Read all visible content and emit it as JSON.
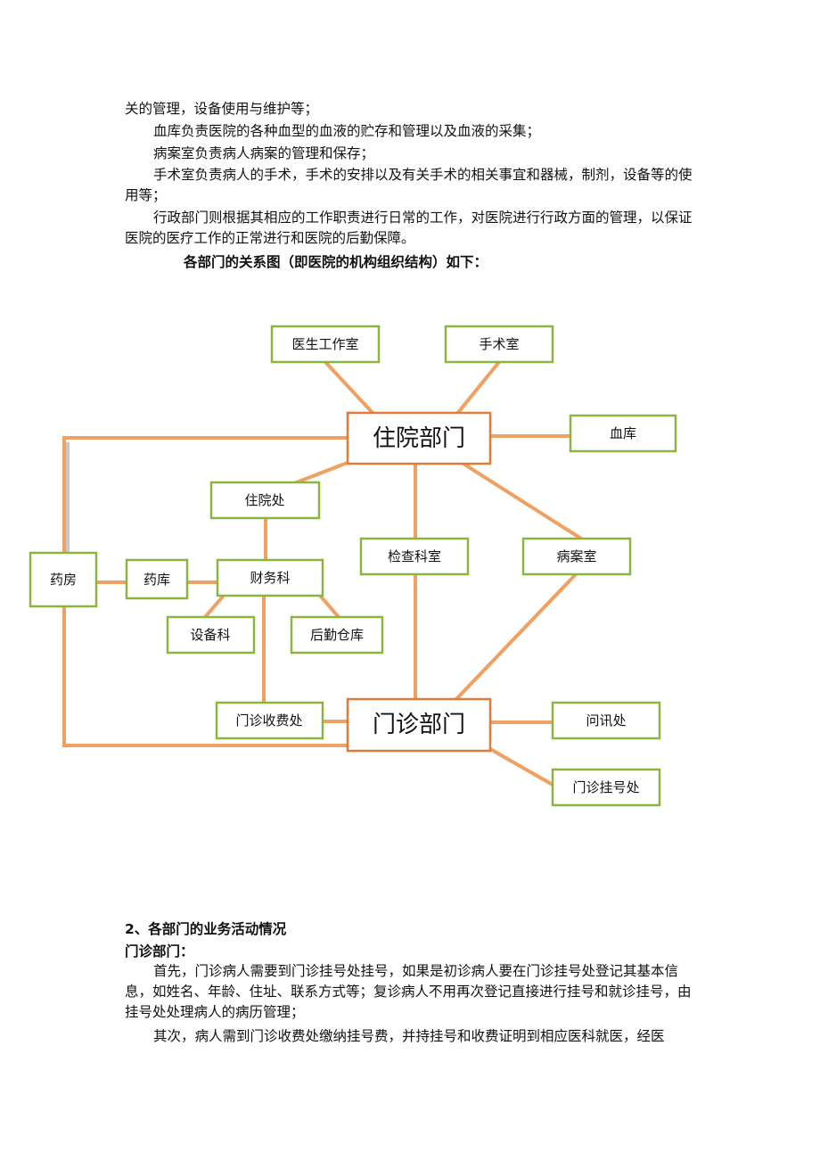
{
  "paragraphs_top": [
    "关的管理，设备使用与维护等；",
    "血库负责医院的各种血型的血液的贮存和管理以及血液的采集；",
    "病案室负责病人病案的管理和保存；",
    "手术室负责病人的手术，手术的安排以及有关手术的相关事宜和器械，制剂，设备等的使用等；",
    "行政部门则根据其相应的工作职责进行日常的工作，对医院进行行政方面的管理，以保证医院的医疗工作的正常进行和医院的后勤保障。"
  ],
  "caption": "各部门的关系图（即医院的机构组织结构）如下：",
  "diagram": {
    "nodes": {
      "doctor_office": "医生工作室",
      "surgery": "手术室",
      "inpatient_dept": "住院部门",
      "blood_bank": "血库",
      "inpatient_office": "住院处",
      "exam_room": "检查科室",
      "records_room": "病案室",
      "pharmacy": "药房",
      "drug_storage": "药库",
      "finance": "财务科",
      "equipment": "设备科",
      "logistics": "后勤仓库",
      "outpatient_cashier": "门诊收费处",
      "outpatient_dept": "门诊部门",
      "inquiry": "问讯处",
      "registration": "门诊挂号处"
    },
    "colors": {
      "box_border": "#8cb53f",
      "main_border": "#e07b39",
      "connector": "#f0a060"
    }
  },
  "section_heading": "2、各部门的业务活动情况",
  "subheading": "门诊部门：",
  "paragraphs_bottom": [
    "首先，门诊病人需要到门诊挂号处挂号，如果是初诊病人要在门诊挂号处登记其基本信息，如姓名、年龄、住址、联系方式等；复诊病人不用再次登记直接进行挂号和就诊挂号，由挂号处处理病人的病历管理；",
    "其次，病人需到门诊收费处缴纳挂号费，并持挂号和收费证明到相应医科就医，经医"
  ]
}
